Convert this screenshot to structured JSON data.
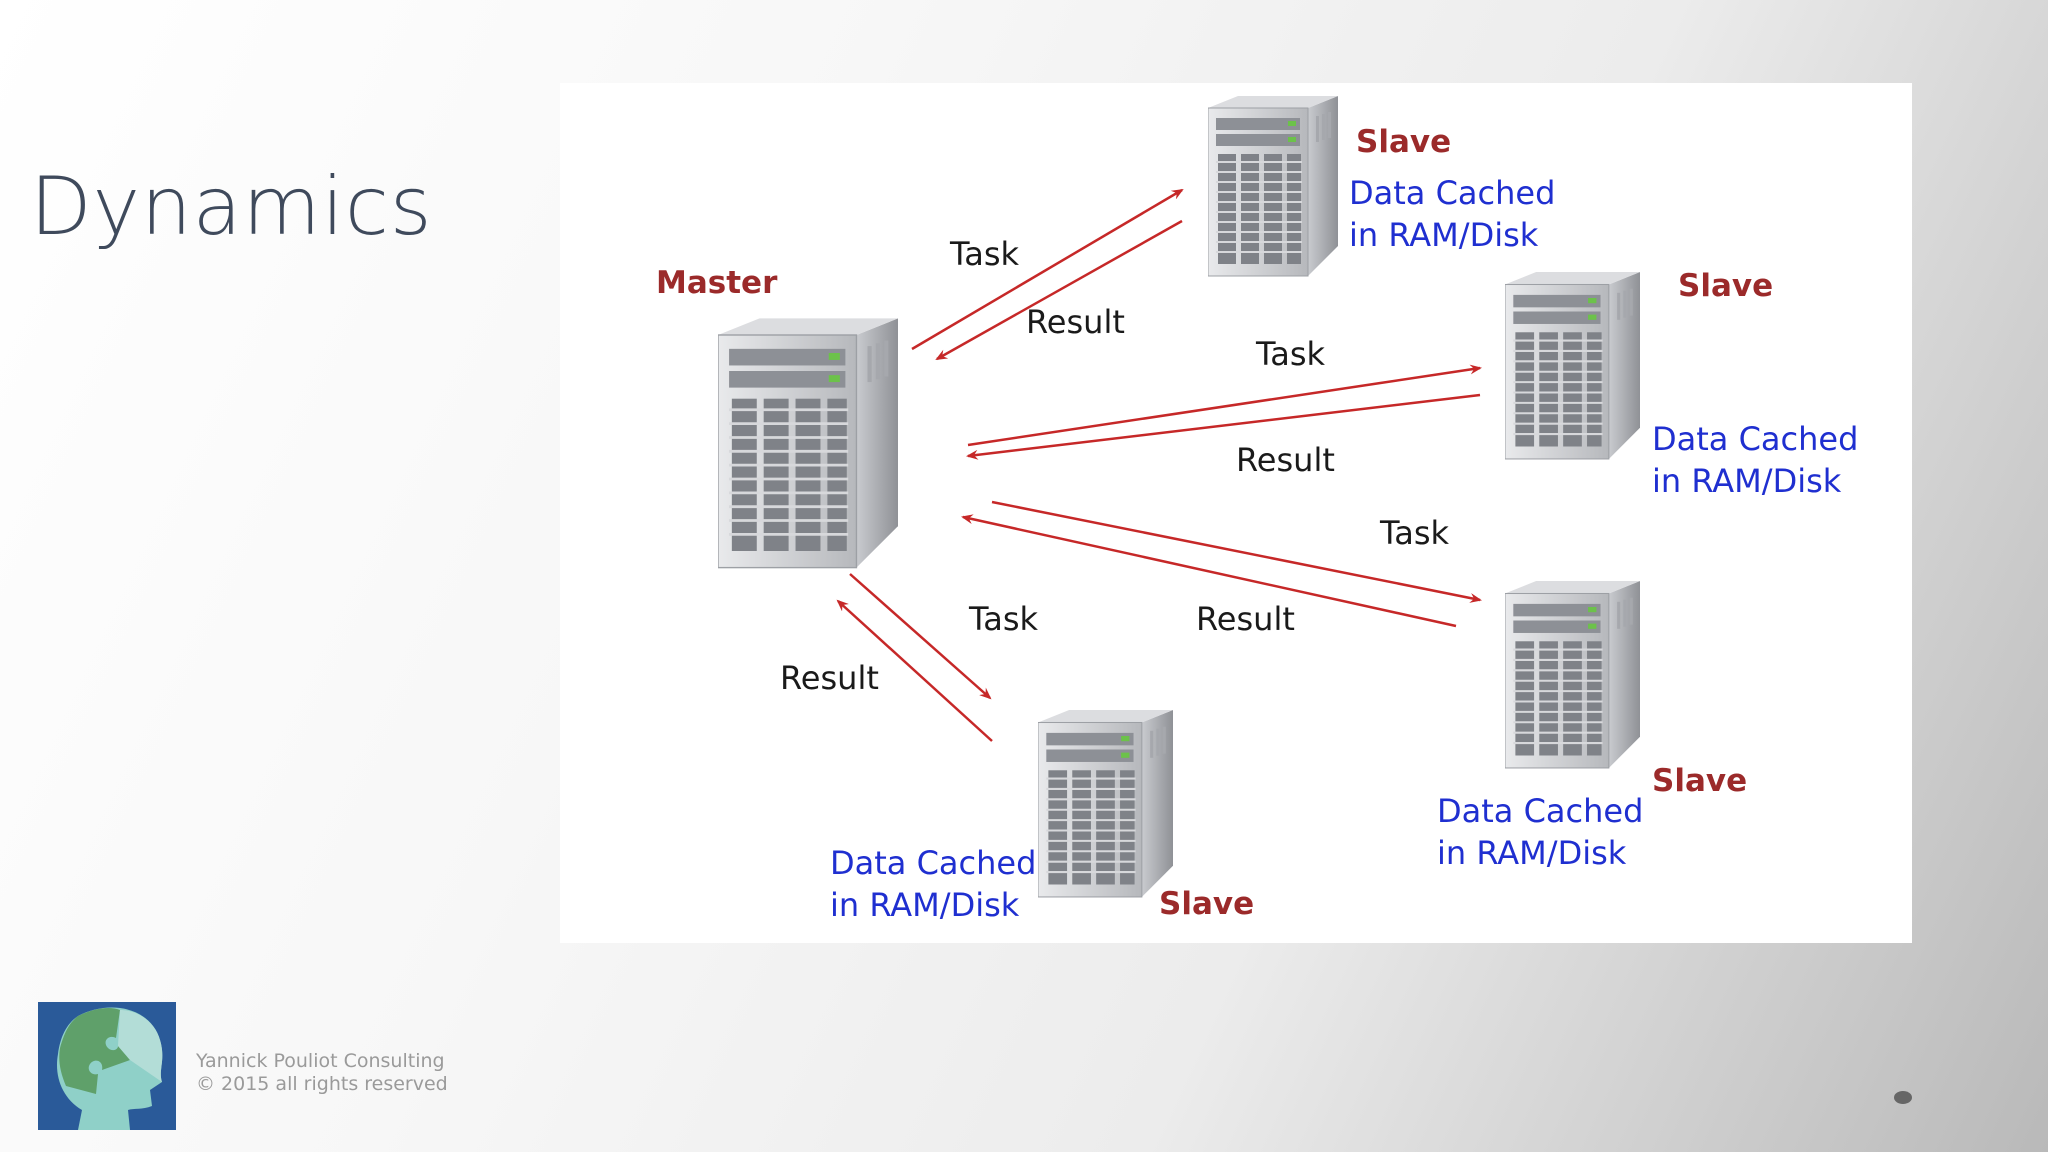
{
  "slide": {
    "title": "Dynamics",
    "footer_line1": "Yannick Pouliot Consulting",
    "footer_line2": "© 2015 all rights reserved"
  },
  "diagram": {
    "master_label": "Master",
    "slaves": [
      {
        "label": "Slave",
        "cache_line1": "Data Cached",
        "cache_line2": "in RAM/Disk"
      },
      {
        "label": "Slave",
        "cache_line1": "Data Cached",
        "cache_line2": "in RAM/Disk"
      },
      {
        "label": "Slave",
        "cache_line1": "Data Cached",
        "cache_line2": "in RAM/Disk"
      },
      {
        "label": "Slave",
        "cache_line1": "Data Cached",
        "cache_line2": "in RAM/Disk"
      }
    ],
    "arrows": [
      {
        "task": "Task",
        "result": "Result"
      },
      {
        "task": "Task",
        "result": "Result"
      },
      {
        "task": "Task",
        "result": "Result"
      },
      {
        "task": "Task",
        "result": "Result"
      }
    ]
  },
  "colors": {
    "arrow": "#c62828",
    "slave_label": "#9b2a2a",
    "cache_text": "#1f2fd0",
    "title": "#3f4a5c"
  }
}
